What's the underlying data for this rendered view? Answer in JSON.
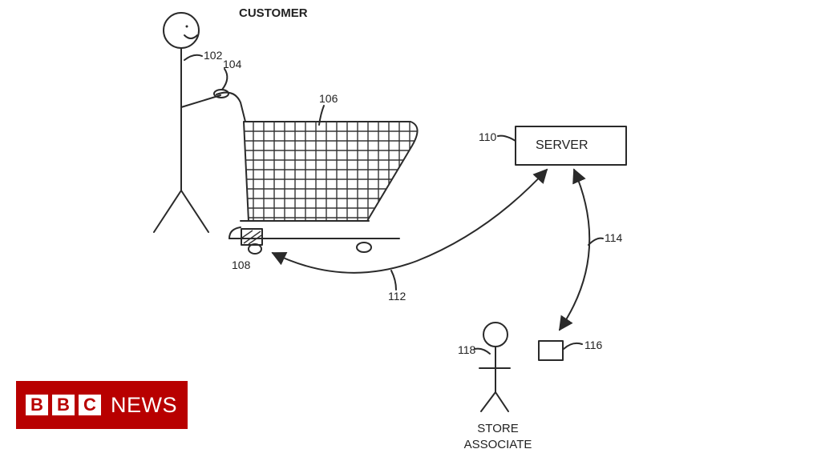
{
  "diagram": {
    "customer_label": "CUSTOMER",
    "server_label": "SERVER",
    "store_associate_line1": "STORE",
    "store_associate_line2": "ASSOCIATE",
    "refs": {
      "r102": "102",
      "r104": "104",
      "r106": "106",
      "r108": "108",
      "r110": "110",
      "r112": "112",
      "r114": "114",
      "r116": "116",
      "r118": "118"
    }
  },
  "watermark": {
    "letters": [
      "B",
      "B",
      "C"
    ],
    "word": "NEWS",
    "background_color": "#b80000",
    "box_color": "#ffffff"
  }
}
